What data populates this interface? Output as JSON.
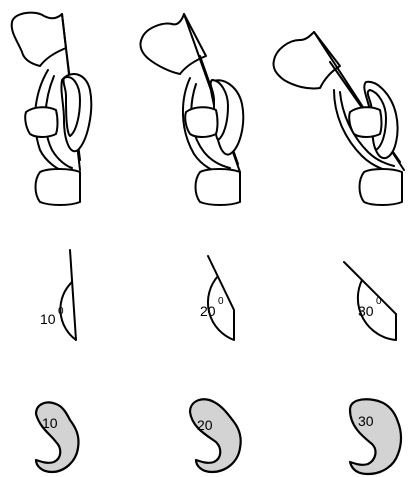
{
  "panels": [
    {
      "angle_label": "10",
      "degree_symbol": "0",
      "hook_label": "10"
    },
    {
      "angle_label": "20",
      "degree_symbol": "0",
      "hook_label": "20"
    },
    {
      "angle_label": "30",
      "degree_symbol": "0",
      "hook_label": "30"
    }
  ]
}
